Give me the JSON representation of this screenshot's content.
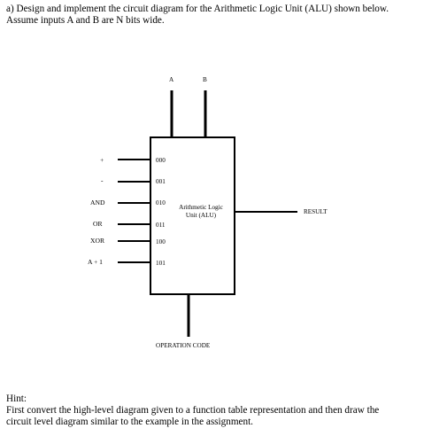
{
  "question": {
    "line1": "a) Design and implement the circuit diagram for the Arithmetic Logic Unit (ALU) shown below.",
    "line2": "Assume inputs A and B are N bits wide."
  },
  "diagram": {
    "input_a": "A",
    "input_b": "B",
    "alu_label_line1": "Arithmetic Logic",
    "alu_label_line2": "Unit (ALU)",
    "output_label": "RESULT",
    "control_label": "OPERATION CODE",
    "operations": [
      {
        "name": "+",
        "code": "000"
      },
      {
        "name": "-",
        "code": "001"
      },
      {
        "name": "AND",
        "code": "010"
      },
      {
        "name": "OR",
        "code": "011"
      },
      {
        "name": "XOR",
        "code": "100"
      },
      {
        "name": "A + 1",
        "code": "101"
      }
    ]
  },
  "hint": {
    "title": "Hint:",
    "line1": "First convert the high-level diagram given to a function table representation and then draw the",
    "line2": "circuit level diagram similar to the example in the assignment."
  }
}
